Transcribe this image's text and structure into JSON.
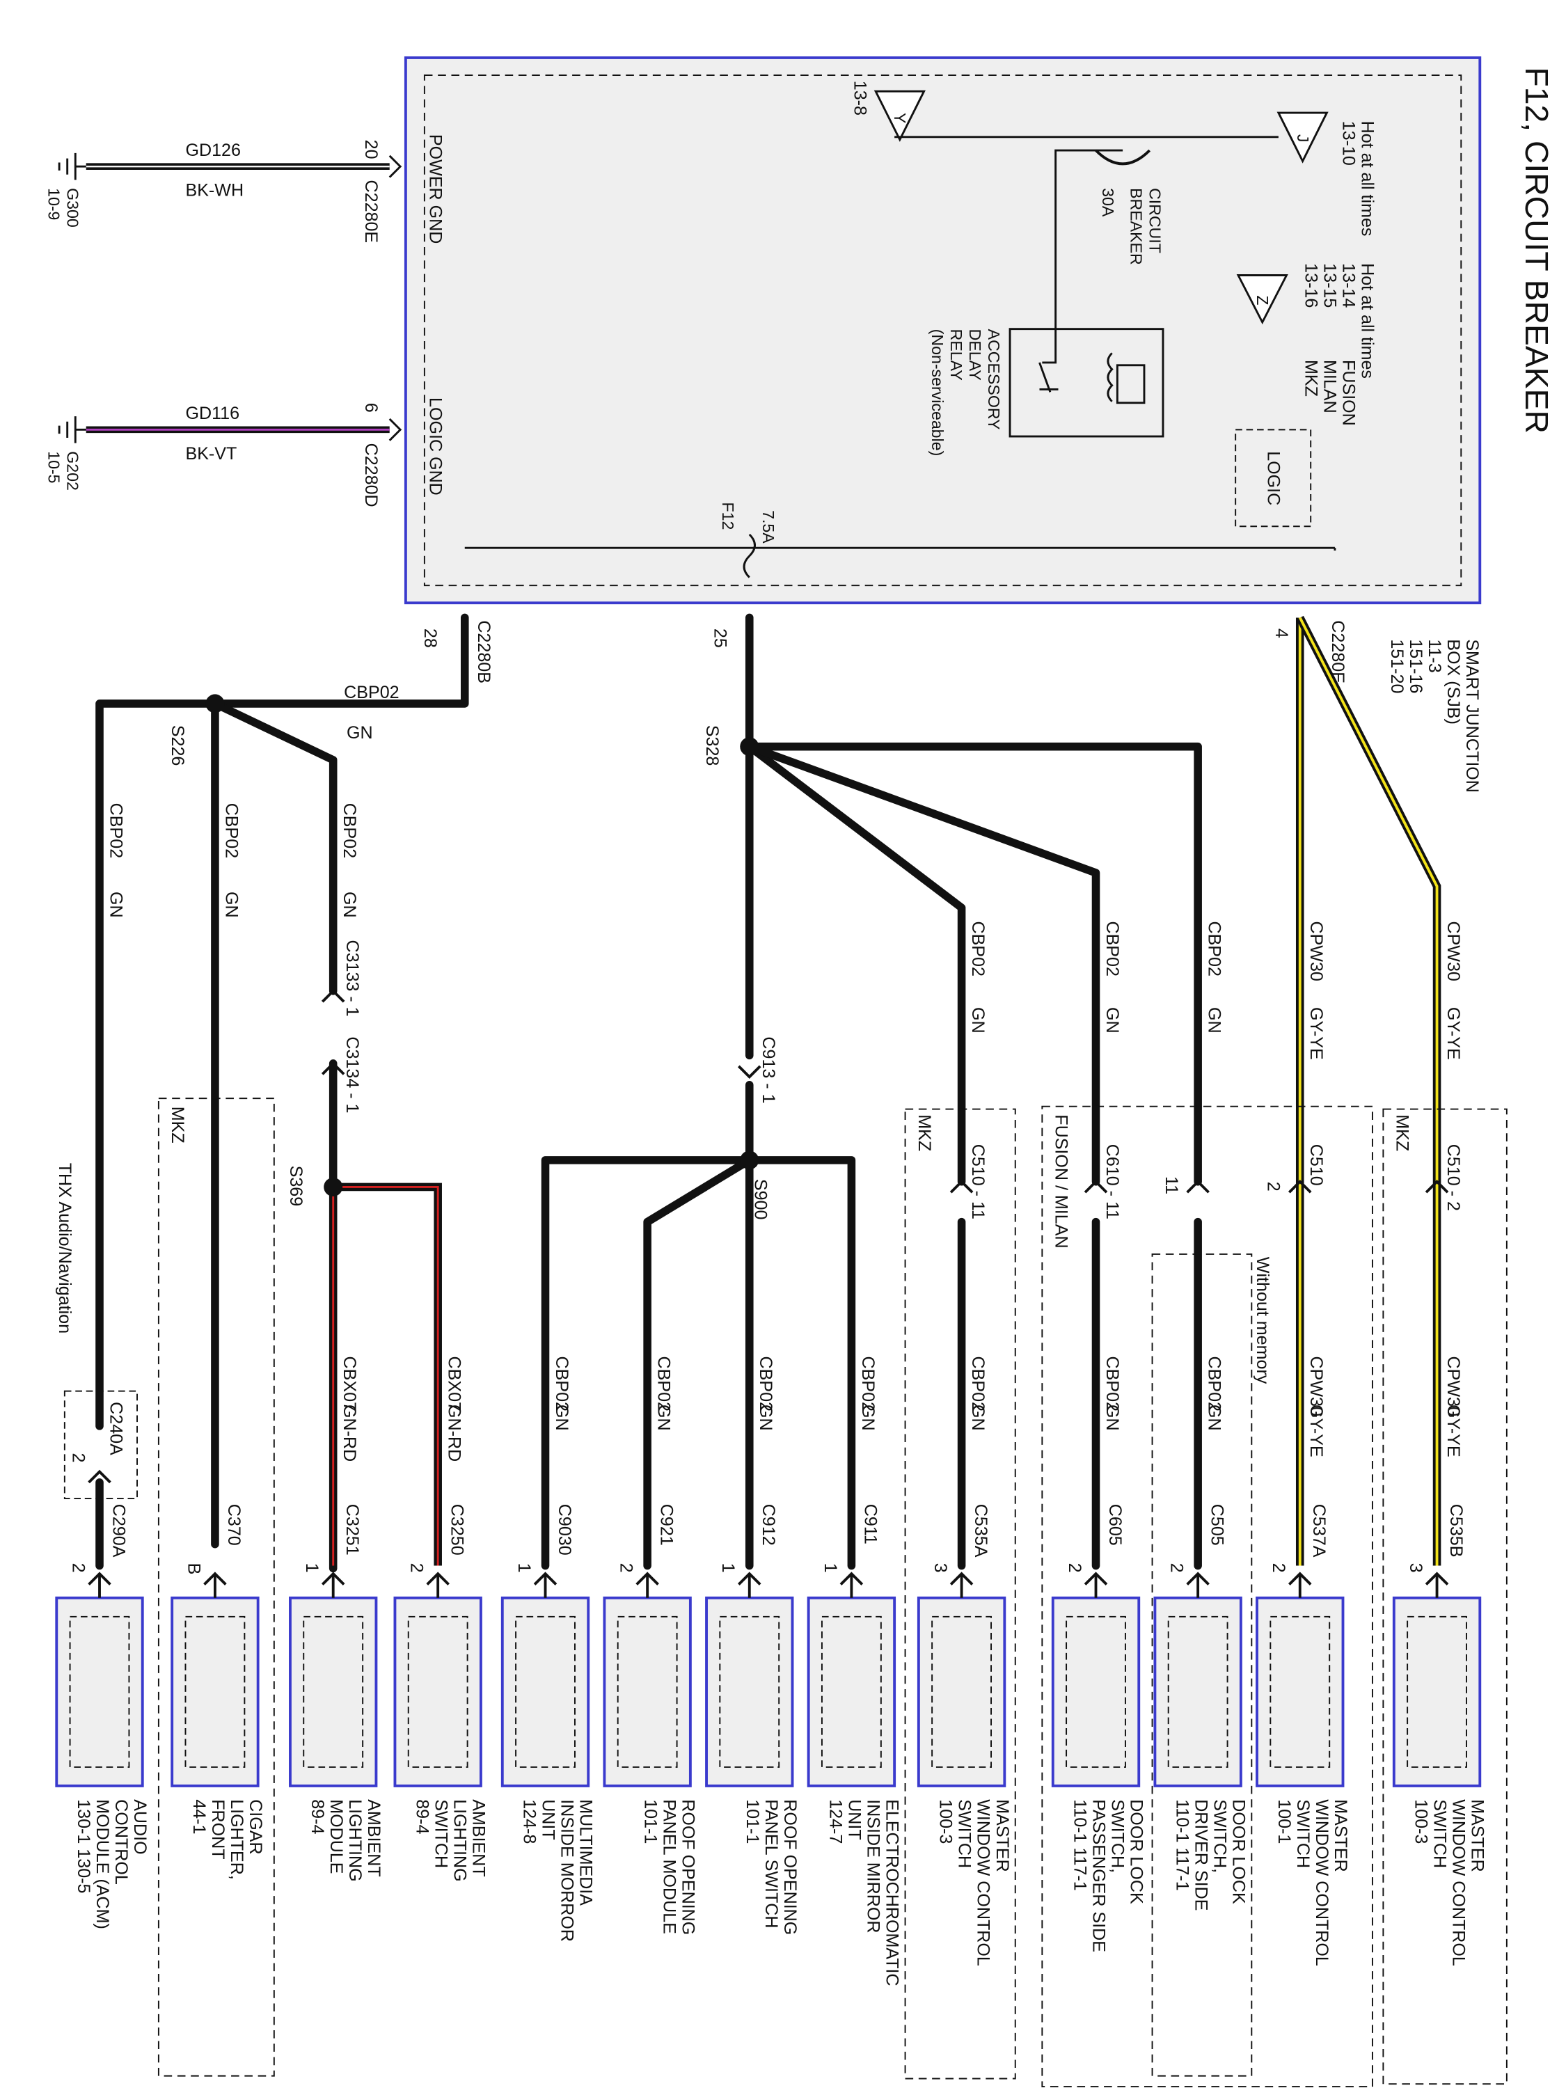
{
  "title": "F12, CIRCUIT BREAKER",
  "sjb": {
    "power_gnd": "POWER GND",
    "logic_gnd": "LOGIC GND",
    "hot_a": {
      "label": "Hot at all times",
      "ref": "13-10",
      "letter": "J"
    },
    "hot_b": {
      "label": "Hot at all times",
      "refs": [
        "13-14",
        "13-15",
        "13-16"
      ],
      "models": [
        "FUSION",
        "MILAN",
        "MKZ"
      ],
      "letter": "Z"
    },
    "off_page": {
      "ref": "13-8",
      "letter": "Y"
    },
    "breaker": {
      "name": [
        "CIRCUIT",
        "BREAKER"
      ],
      "rating": "30A"
    },
    "relay": [
      "ACCESSORY",
      "DELAY",
      "RELAY",
      "(Non-serviceable)"
    ],
    "logic": "LOGIC",
    "fuse": {
      "name": "F12",
      "rating": "7.5A"
    },
    "name": [
      "SMART JUNCTION",
      "BOX (SJB)",
      "11-3",
      "151-16",
      "151-20"
    ]
  },
  "grounds": [
    {
      "circuit": "GD126",
      "color": "BK-WH",
      "pin": "20",
      "connector": "C2280E",
      "ground": "G300",
      "ref": "10-9"
    },
    {
      "circuit": "GD116",
      "color": "BK-VT",
      "pin": "6",
      "connector": "C2280D",
      "ground": "G202",
      "ref": "10-5"
    }
  ],
  "sjb_outputs": [
    {
      "pin": "28",
      "connector": "C2280B"
    },
    {
      "pin": "25",
      "connector": ""
    },
    {
      "pin": "4",
      "connector": "C2280E"
    }
  ],
  "circuits": {
    "cbp02": "CBP02",
    "gn": "GN",
    "cbx07": "CBX07",
    "gn_rd": "GN-RD",
    "cpw30": "CPW30",
    "gy_ye": "GY-YE"
  },
  "splices": {
    "s226": "S226",
    "s328": "S328",
    "s369": "S369",
    "s900": "S900"
  },
  "inline": {
    "c3133": "C3133 - 1",
    "c3134": "C3134 - 1",
    "c913": "C913 - 1",
    "c510_11": "C510 - 11",
    "c610_11": "C610 - 11",
    "c510": "C510",
    "c510_2": "C510 - 2",
    "pin_11": "11",
    "pin_2": "2",
    "c240a": "C240A",
    "c240a_pin": "2"
  },
  "options": {
    "mkz": "MKZ",
    "fusion_milan": "FUSION / MILAN",
    "without_memory": "Without memory",
    "thx": "THX Audio/Navigation"
  },
  "components": [
    {
      "connector": "C290A",
      "pin": "2",
      "name": [
        "AUDIO",
        "CONTROL",
        "MODULE (ACM)",
        "130-1  130-5"
      ]
    },
    {
      "connector": "C370",
      "pin": "B",
      "name": [
        "CIGAR",
        "LIGHTER,",
        "FRONT",
        "44-1"
      ]
    },
    {
      "connector": "C3251",
      "pin": "1",
      "name": [
        "AMBIENT",
        "LIGHTING",
        "MODULE",
        "89-4"
      ]
    },
    {
      "connector": "C3250",
      "pin": "2",
      "name": [
        "AMBIENT",
        "LIGHTING",
        "SWITCH",
        "89-4"
      ]
    },
    {
      "connector": "C9030",
      "pin": "1",
      "name": [
        "MULTIMEDIA",
        "INSIDE MORROR",
        "UNIT",
        "124-8"
      ]
    },
    {
      "connector": "C921",
      "pin": "2",
      "name": [
        "ROOF OPENING",
        "PANEL MODULE",
        "101-1"
      ]
    },
    {
      "connector": "C912",
      "pin": "1",
      "name": [
        "ROOF OPENING",
        "PANEL SWITCH",
        "101-1"
      ]
    },
    {
      "connector": "C911",
      "pin": "1",
      "name": [
        "ELECTROCHROMATIC",
        "INSIDE MIRROR",
        "UNIT",
        "124-7"
      ]
    },
    {
      "connector": "C535A",
      "pin": "3",
      "name": [
        "MASTER",
        "WINDOW CONTROL",
        "SWITCH",
        "100-3"
      ]
    },
    {
      "connector": "C605",
      "pin": "2",
      "name": [
        "DOOR LOCK",
        "SWITCH,",
        "PASSENGER SIDE",
        "110-1  117-1"
      ]
    },
    {
      "connector": "C505",
      "pin": "2",
      "name": [
        "DOOR LOCK",
        "SWITCH,",
        "DRIVER SIDE",
        "110-1  117-1"
      ]
    },
    {
      "connector": "C537A",
      "pin": "2",
      "name": [
        "MASTER",
        "WINDOW CONTROL",
        "SWITCH",
        "100-1"
      ]
    },
    {
      "connector": "C535B",
      "pin": "3",
      "name": [
        "MASTER",
        "WINDOW CONTROL",
        "SWITCH",
        "100-3"
      ]
    }
  ],
  "colors": {
    "box_border": "#3a3acd",
    "box_fill": "#efefef",
    "wire": "#111111",
    "red": "#d42020",
    "yellow": "#f2e21a",
    "violet": "#b040c0"
  }
}
